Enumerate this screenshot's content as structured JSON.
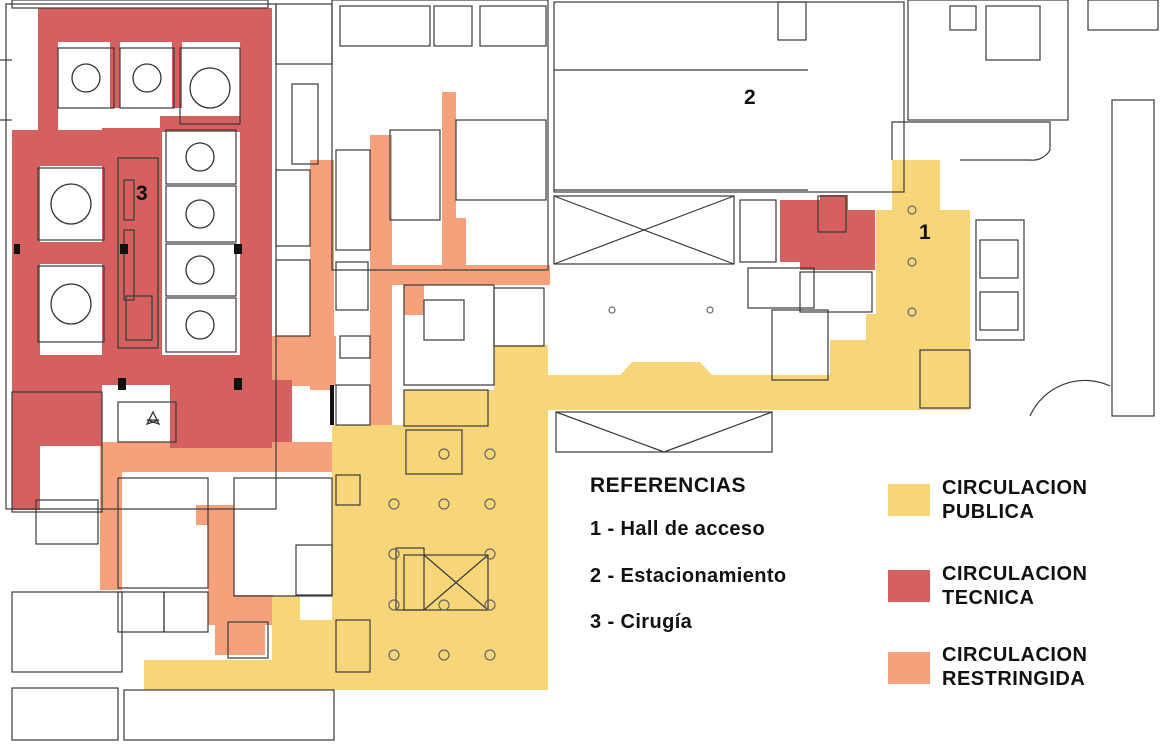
{
  "colors": {
    "publica": "#f7d67a",
    "tecnica": "#d4605f",
    "restringida": "#f7a07c",
    "walls": "#3a3a3a"
  },
  "zones": {
    "hall": "1",
    "estacionamiento": "2",
    "cirugia": "3"
  },
  "references": {
    "title": "REFERENCIAS",
    "items": [
      "1 - Hall de acceso",
      "2 - Estacionamiento",
      "3 - Cirugía"
    ]
  },
  "legend": [
    {
      "line1": "CIRCULACION",
      "line2": "PUBLICA",
      "color": "#f7d67a"
    },
    {
      "line1": "CIRCULACION",
      "line2": "TECNICA",
      "color": "#d4605f"
    },
    {
      "line1": "CIRCULACION",
      "line2": "RESTRINGIDA",
      "color": "#f7a07c"
    }
  ]
}
